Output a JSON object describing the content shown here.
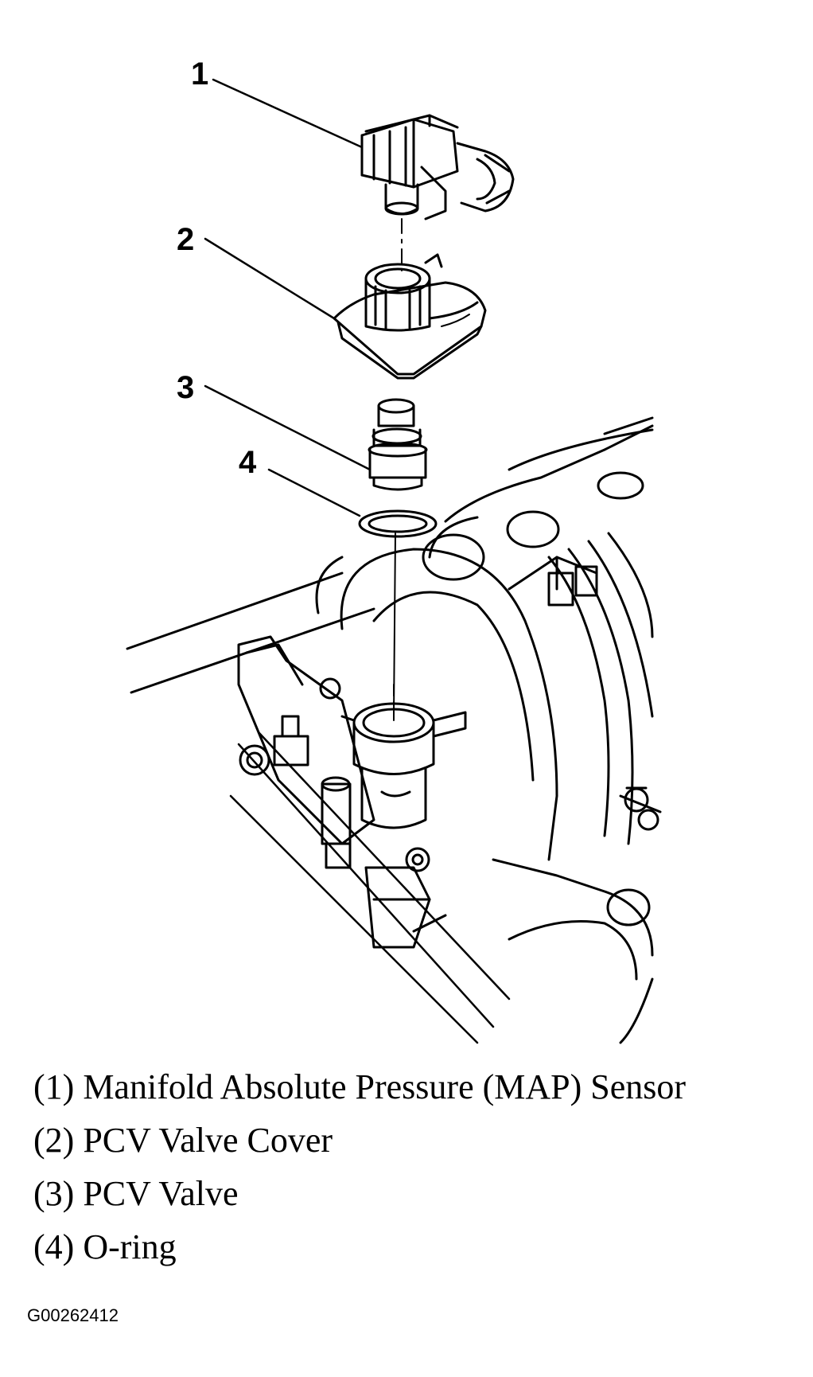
{
  "callouts": [
    {
      "id": "1",
      "label": "1"
    },
    {
      "id": "2",
      "label": "2"
    },
    {
      "id": "3",
      "label": "3"
    },
    {
      "id": "4",
      "label": "4"
    }
  ],
  "legend": [
    {
      "number": "(1)",
      "text": "Manifold Absolute Pressure (MAP) Sensor"
    },
    {
      "number": "(2)",
      "text": "PCV Valve Cover"
    },
    {
      "number": "(3)",
      "text": "PCV Valve"
    },
    {
      "number": "(4)",
      "text": "O-ring"
    }
  ],
  "figure_code": "G00262412"
}
